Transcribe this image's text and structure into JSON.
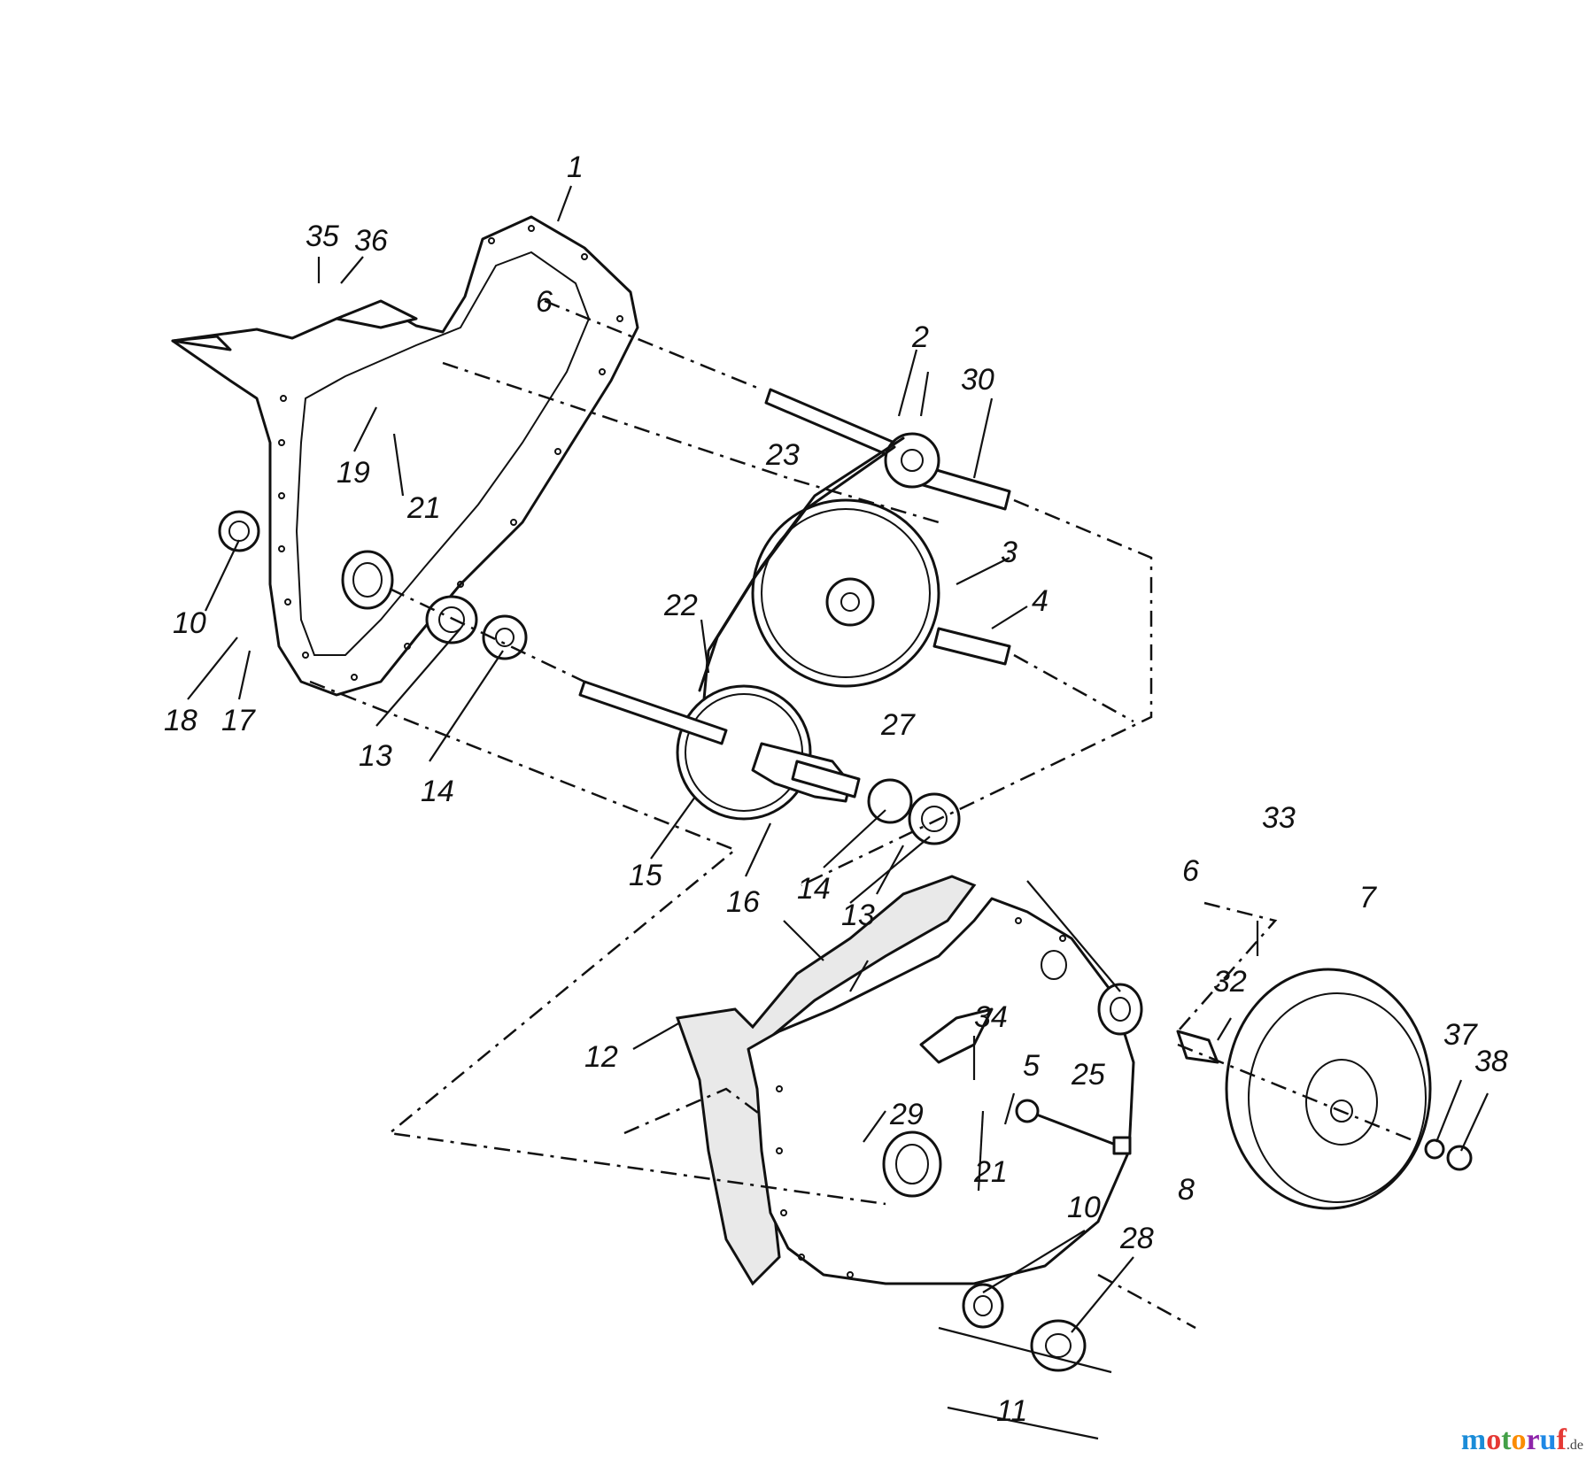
{
  "callouts": {
    "c1": "1",
    "c2": "2",
    "c3": "3",
    "c4": "4",
    "c5": "5",
    "c6_top": "6",
    "c6_bottom": "6",
    "c7": "7",
    "c8": "8",
    "c10_left": "10",
    "c10_right": "10",
    "c11": "11",
    "c12": "12",
    "c13_left": "13",
    "c13_right": "13",
    "c14_left": "14",
    "c14_right": "14",
    "c15": "15",
    "c16": "16",
    "c17": "17",
    "c18": "18",
    "c19": "19",
    "c21_top": "21",
    "c21_bottom": "21",
    "c22": "22",
    "c23": "23",
    "c25": "25",
    "c27": "27",
    "c28": "28",
    "c29": "29",
    "c30": "30",
    "c32": "32",
    "c33": "33",
    "c34": "34",
    "c35": "35",
    "c36": "36",
    "c37": "37",
    "c38": "38"
  },
  "watermark": {
    "brand": "motoruf",
    "suffix": ".de"
  },
  "colors": {
    "ink": "#111111",
    "background": "#ffffff"
  }
}
